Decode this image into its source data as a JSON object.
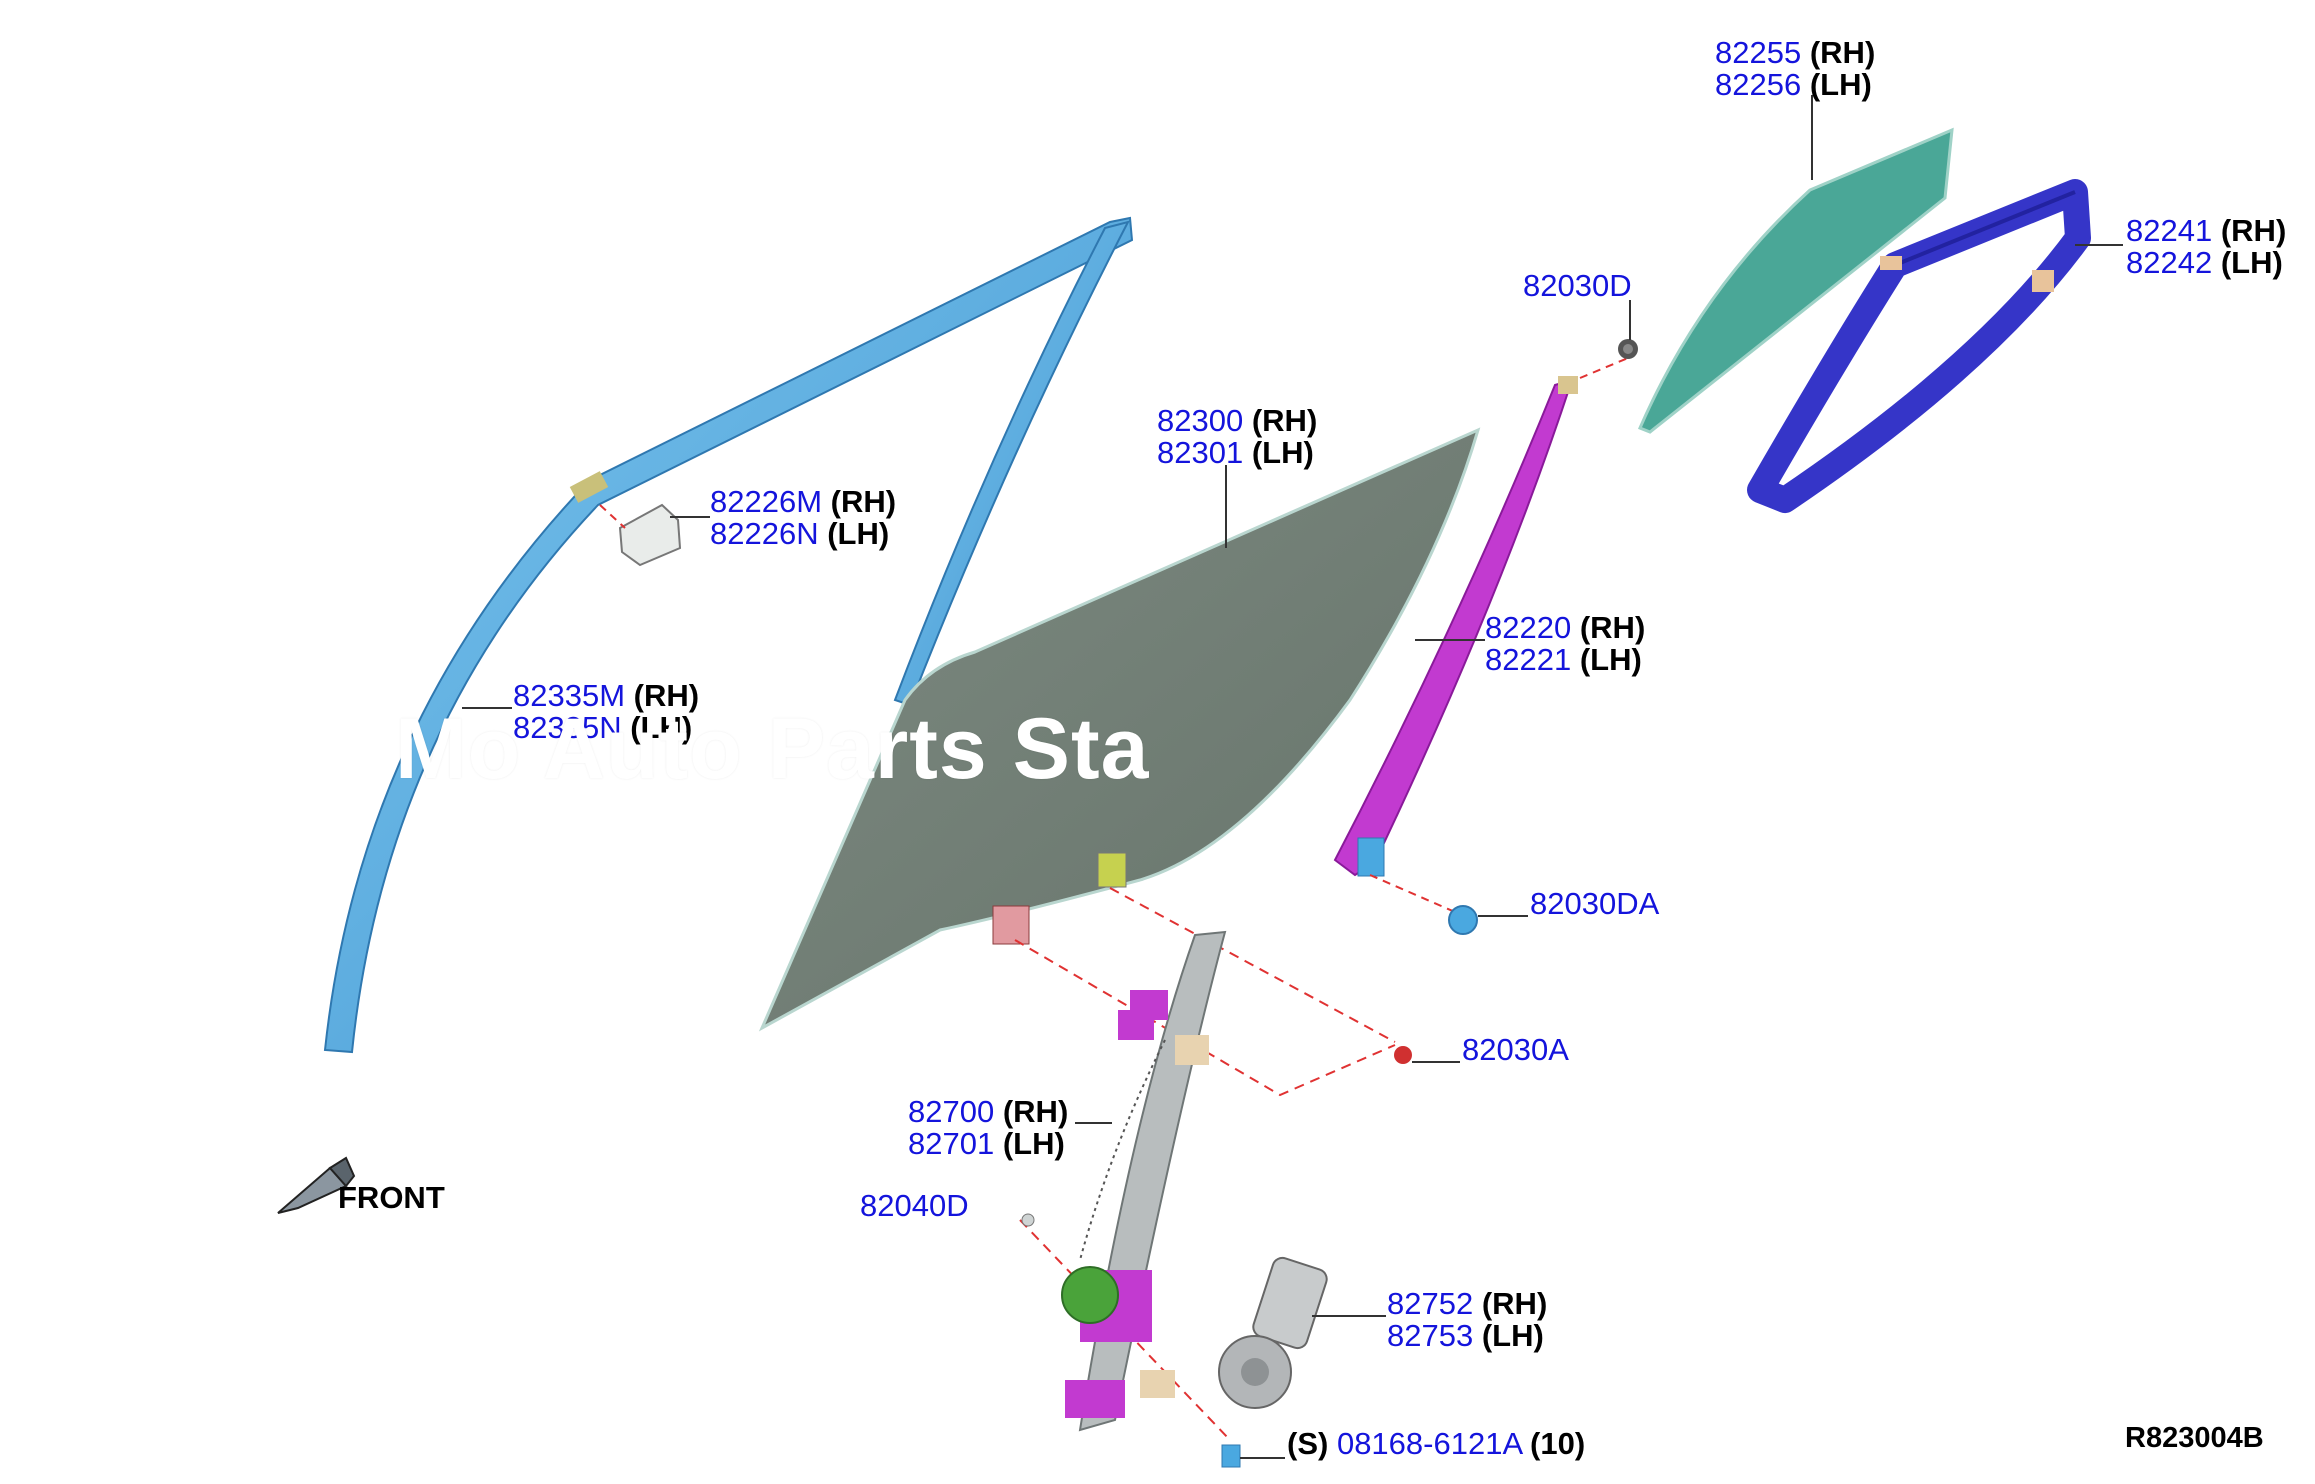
{
  "diagram": {
    "reference_code": "R823004B",
    "front_label": "FRONT",
    "watermark": "Mo      Auto Parts Sta",
    "colors": {
      "part_number": "#1414dc",
      "sash_blue": "#4aa8e0",
      "door_glass": "#6f7b72",
      "quarter_glass": "#4aa797",
      "regulator_purple": "#c23ad0",
      "molding_frame": "#3535c8",
      "callout_line": "#333333",
      "hidden_line": "#e03232"
    },
    "parts": [
      {
        "id": "82255",
        "lines": [
          {
            "pn": "82255",
            "side": "(RH)"
          },
          {
            "pn": "82256",
            "side": "(LH)"
          }
        ]
      },
      {
        "id": "82241",
        "lines": [
          {
            "pn": "82241",
            "side": "(RH)"
          },
          {
            "pn": "82242",
            "side": "(LH)"
          }
        ]
      },
      {
        "id": "82030D",
        "lines": [
          {
            "pn": "82030D",
            "side": ""
          }
        ]
      },
      {
        "id": "82300",
        "lines": [
          {
            "pn": "82300",
            "side": "(RH)"
          },
          {
            "pn": "82301",
            "side": "(LH)"
          }
        ]
      },
      {
        "id": "82226M",
        "lines": [
          {
            "pn": "82226M",
            "side": "(RH)"
          },
          {
            "pn": "82226N",
            "side": "(LH)"
          }
        ]
      },
      {
        "id": "82220",
        "lines": [
          {
            "pn": "82220",
            "side": "(RH)"
          },
          {
            "pn": "82221",
            "side": "(LH)"
          }
        ]
      },
      {
        "id": "82335M",
        "lines": [
          {
            "pn": "82335M",
            "side": "(RH)"
          },
          {
            "pn": "82335N",
            "side": "(LH)"
          }
        ]
      },
      {
        "id": "82030DA",
        "lines": [
          {
            "pn": "82030DA",
            "side": ""
          }
        ]
      },
      {
        "id": "82030A",
        "lines": [
          {
            "pn": "82030A",
            "side": ""
          }
        ]
      },
      {
        "id": "82700",
        "lines": [
          {
            "pn": "82700",
            "side": "(RH)"
          },
          {
            "pn": "82701",
            "side": "(LH)"
          }
        ]
      },
      {
        "id": "82040D",
        "lines": [
          {
            "pn": "82040D",
            "side": ""
          }
        ]
      },
      {
        "id": "82752",
        "lines": [
          {
            "pn": "82752",
            "side": "(RH)"
          },
          {
            "pn": "82753",
            "side": "(LH)"
          }
        ]
      }
    ],
    "bolt": {
      "prefix": "(S)",
      "pn": "08168-6121A",
      "qty": "(10)"
    }
  }
}
